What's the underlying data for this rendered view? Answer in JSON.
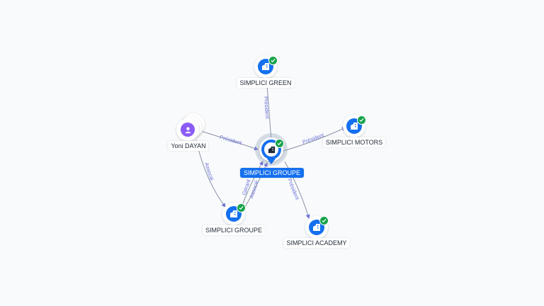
{
  "colors": {
    "company": "#1570ef",
    "person": "#8b5cf6",
    "verified": "#16a34a",
    "edge": "#8a93a6",
    "edge_label": "#6d72d6"
  },
  "nodes": {
    "center": {
      "label": "SIMPLICI GROUPE",
      "icon": "building-icon",
      "verified": true
    },
    "green": {
      "label": "SIMPLICI GREEN",
      "icon": "building-icon",
      "verified": true
    },
    "motors": {
      "label": "SIMPLICI MOTORS",
      "icon": "building-icon",
      "verified": true
    },
    "academy": {
      "label": "SIMPLICI ACADEMY",
      "icon": "building-icon",
      "verified": true
    },
    "groupe2": {
      "label": "SIMPLICI GROUPE",
      "icon": "building-icon",
      "verified": true
    },
    "person": {
      "label": "Yoni DAYAN",
      "icon": "person-icon",
      "verified": false
    }
  },
  "edges": {
    "center_green": "Président",
    "center_motors": "Président",
    "center_academy": "Président",
    "person_center": "Président",
    "person_groupe2": "Associé",
    "groupe2_center_a": "Gérant",
    "groupe2_center_b": "Associé"
  }
}
